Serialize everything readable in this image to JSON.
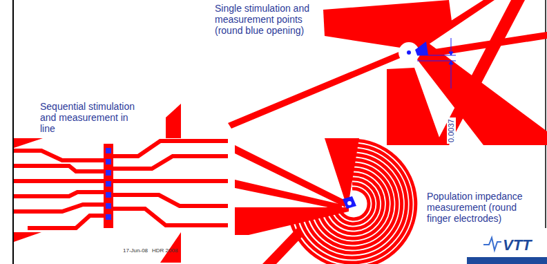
{
  "diagram": {
    "labels": [
      "Sequential stimulation and measurement in line",
      "Single stimulation and measurement points (round blue opening)",
      "Population impedance measurement (round finger electrodes)",
      "0.0037",
      "17-Jun-08",
      "HDR 2008",
      "VTT"
    ]
  }
}
